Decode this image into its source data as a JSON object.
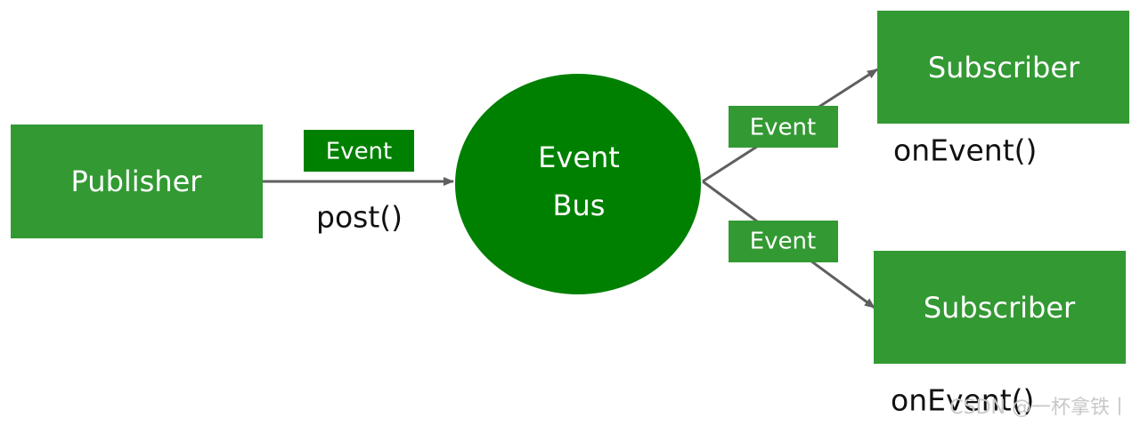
{
  "publisher": {
    "label": "Publisher",
    "method": "post()",
    "event_tag": "Event"
  },
  "event_bus": {
    "line1": "Event",
    "line2": "Bus"
  },
  "subscribers": [
    {
      "label": "Subscriber",
      "method": "onEvent()",
      "event_tag": "Event"
    },
    {
      "label": "Subscriber",
      "method": "onEvent()",
      "event_tag": "Event"
    }
  ],
  "watermark": "CSDN @一杯拿铁丨",
  "colors": {
    "box_green": "#339933",
    "bus_green": "#008000",
    "arrow_gray": "#5f5f5f",
    "text_white": "#ffffff",
    "text_dark": "#111111"
  }
}
